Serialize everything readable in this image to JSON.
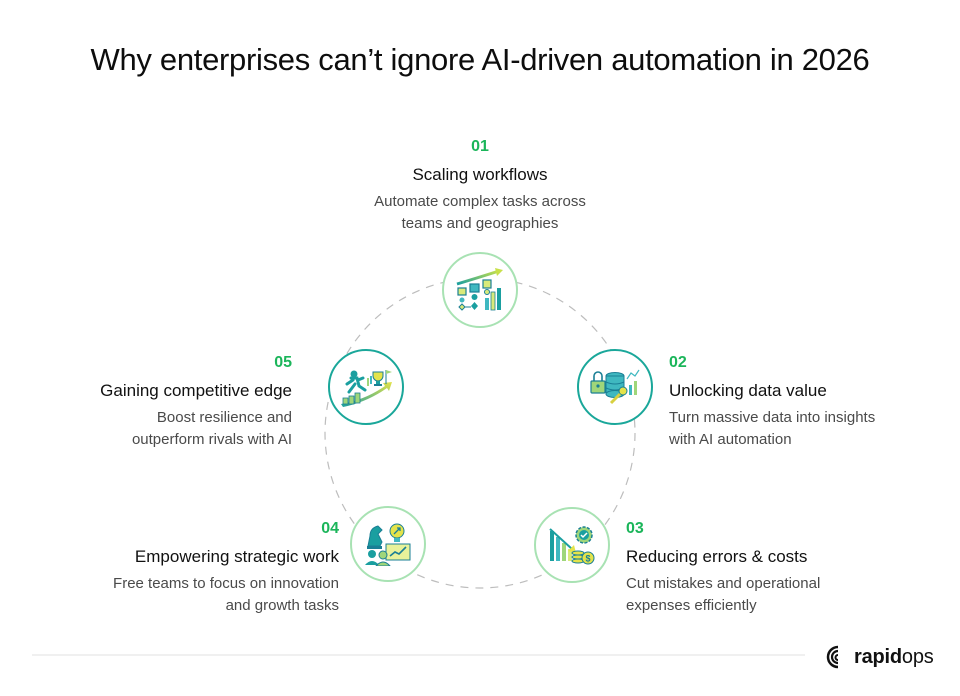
{
  "title": "Why enterprises can’t ignore AI-driven automation in 2026",
  "colors": {
    "accent_green": "#1bb55a",
    "node_border_light": "#a8e2b3",
    "node_border_teal": "#1aa79a",
    "dash": "#bdbdbd"
  },
  "items": [
    {
      "number": "01",
      "heading": "Scaling workflows",
      "desc_line1": "Automate complex tasks across",
      "desc_line2": "teams and geographies",
      "icon": "workflow-growth-icon"
    },
    {
      "number": "02",
      "heading": "Unlocking data value",
      "desc_line1": "Turn massive data into insights",
      "desc_line2": "with AI automation",
      "icon": "database-key-icon"
    },
    {
      "number": "03",
      "heading": "Reducing errors & costs",
      "desc_line1": "Cut mistakes and operational",
      "desc_line2": "expenses efficiently",
      "icon": "cost-reduction-icon"
    },
    {
      "number": "04",
      "heading": "Empowering strategic work",
      "desc_line1": "Free teams to focus on innovation",
      "desc_line2": "and growth tasks",
      "icon": "strategy-team-icon"
    },
    {
      "number": "05",
      "heading": "Gaining competitive edge",
      "desc_line1": "Boost resilience and",
      "desc_line2": "outperform rivals with AI",
      "icon": "competitive-runner-icon"
    }
  ],
  "logo": {
    "bold": "rapid",
    "light": "ops"
  }
}
